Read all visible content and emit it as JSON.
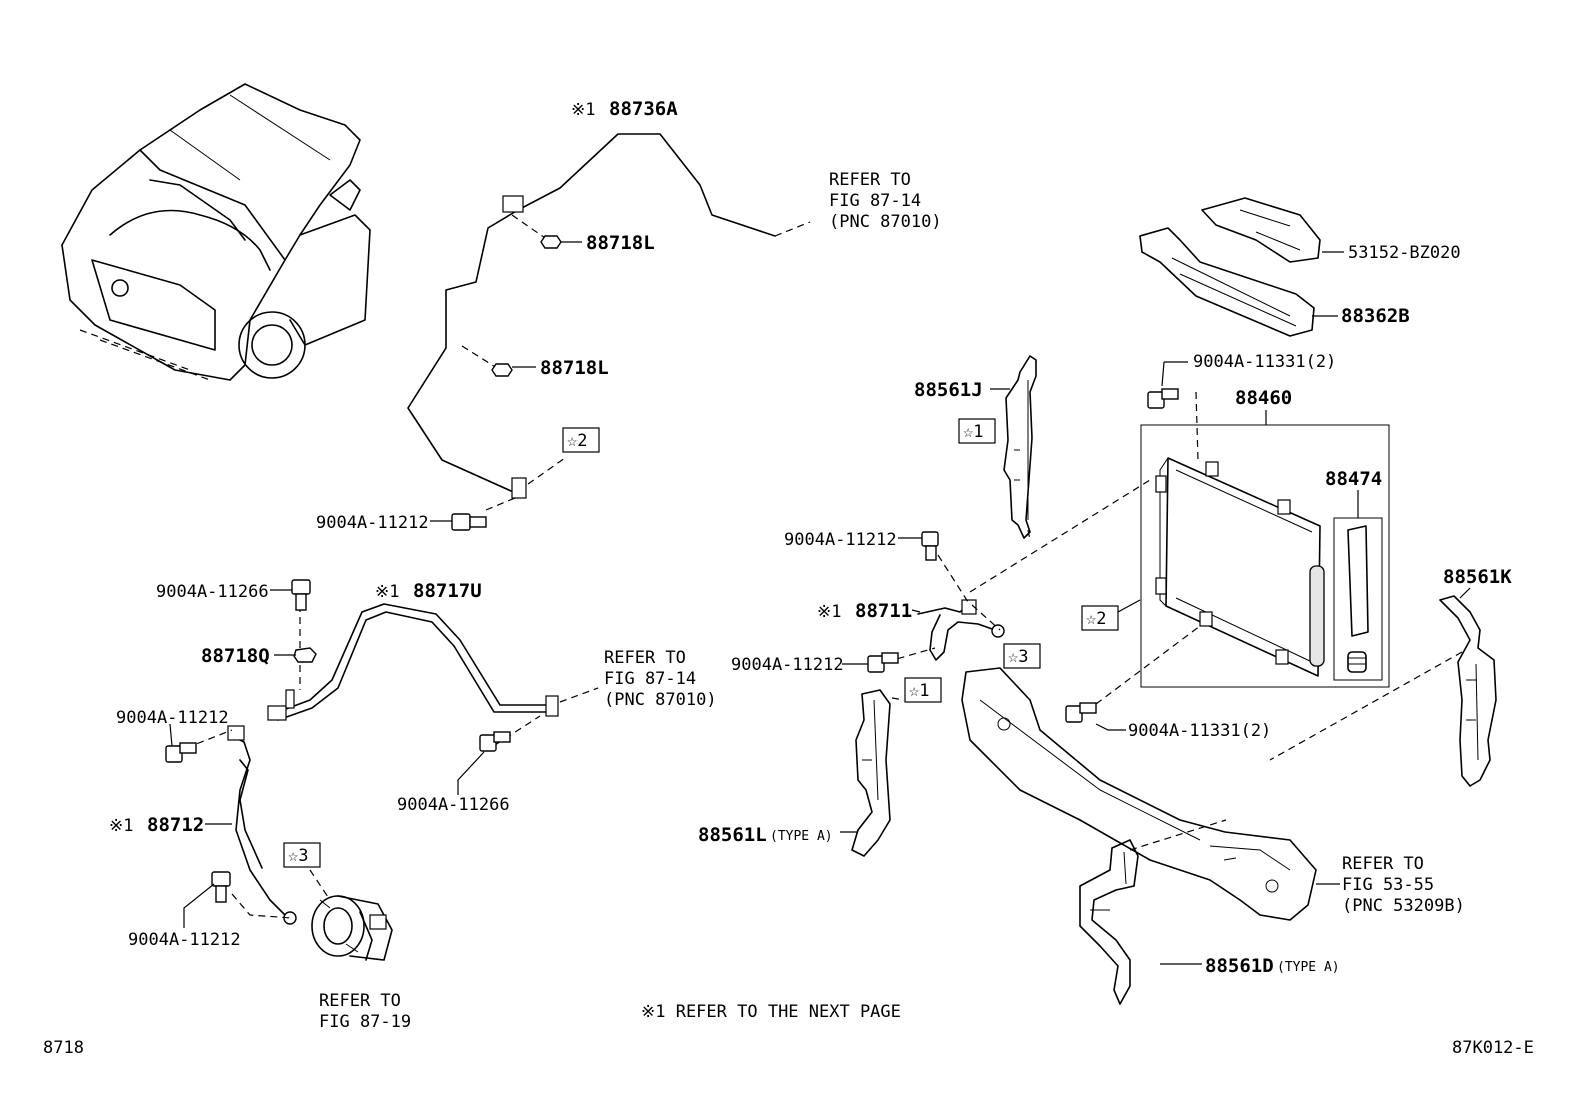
{
  "diagram": {
    "figure_number": "8718",
    "figure_code": "87K012-E",
    "footnote": "※1  REFER TO THE NEXT PAGE",
    "callouts": {
      "p88736A": {
        "mark": "※1",
        "number": "88736A"
      },
      "p88717U": {
        "mark": "※1",
        "number": "88717U"
      },
      "p88711": {
        "mark": "※1",
        "number": "88711"
      },
      "p88712": {
        "mark": "※1",
        "number": "88712"
      }
    },
    "labels": {
      "p88718L_a": "88718L",
      "p88718L_b": "88718L",
      "p88718Q": "88718Q",
      "p88561J": "88561J",
      "p88561K": "88561K",
      "p88561L": "88561L",
      "p88561L_note": "(TYPE A)",
      "p88561D": "88561D",
      "p88561D_note": "(TYPE A)",
      "p88460": "88460",
      "p88474": "88474",
      "p88362B": "88362B",
      "p53152": "53152-BZ020",
      "b11212_top": "9004A-11212",
      "b11212_mid": "9004A-11212",
      "b11212_right_a": "9004A-11212",
      "b11212_right_b": "9004A-11212",
      "b11212_bot": "9004A-11212",
      "b11266_a": "9004A-11266",
      "b11266_b": "9004A-11266",
      "b11331_a": "9004A-11331(2)",
      "b11331_b": "9004A-11331(2)"
    },
    "stars": {
      "s2_top": "☆2",
      "s1_j": "☆1",
      "s2_cond": "☆2",
      "s3_right": "☆3",
      "s1_l": "☆1",
      "s3_comp": "☆3"
    },
    "refs": {
      "r1": [
        "REFER TO",
        "FIG 87-14",
        "(PNC 87010)"
      ],
      "r2": [
        "REFER TO",
        "FIG 87-14",
        "(PNC 87010)"
      ],
      "r3": [
        "REFER TO",
        "FIG 53-55",
        "(PNC 53209B)"
      ],
      "r4": [
        "REFER TO",
        "FIG 87-19"
      ]
    }
  }
}
